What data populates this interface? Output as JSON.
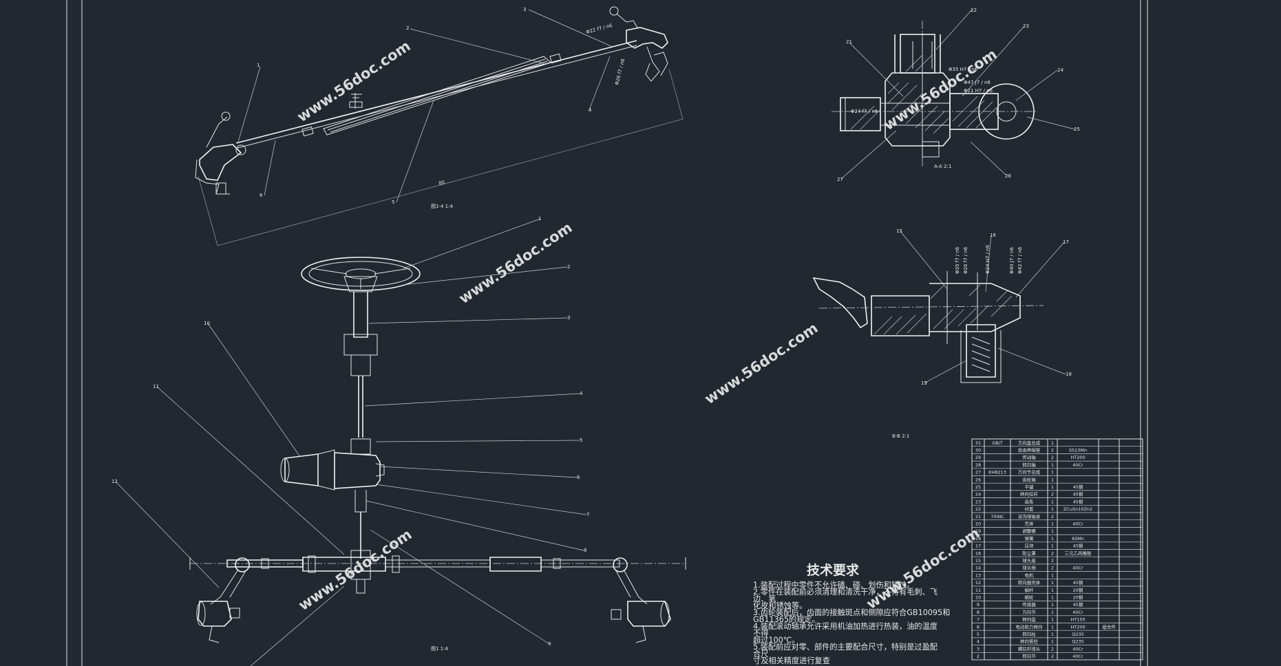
{
  "watermark": "www.56doc.com",
  "technical_requirements": {
    "title": "技术要求",
    "notes": [
      "1.装配过程中零件不允许磕、碰、划伤和锈蚀。",
      "2.零件在装配前必须清理和清洗干净，不得有毛刺、飞",
      "边、氧",
      "化皮和锈蚀等。",
      "3.齿轮装配后，齿面的接触斑点和侧隙应符合GB10095和",
      "GB11365的规定。",
      "4.装配滚动轴承允许采用机油加热进行热装，油的温度",
      "不得",
      "超过100℃。",
      "5.装配前应对零、部件的主要配合尺寸，特别是过盈配",
      "合尺",
      "寸及相关精度进行复查"
    ]
  },
  "bom": {
    "rows": [
      {
        "no": "31",
        "code": "GB/T",
        "name": "方向盘总成",
        "qty": "1",
        "material": "",
        "note": ""
      },
      {
        "no": "30",
        "code": "",
        "name": "自由伸缩管",
        "qty": "2",
        "material": "SS13Mn",
        "note": ""
      },
      {
        "no": "29",
        "code": "",
        "name": "传动轴",
        "qty": "2",
        "material": "HT200",
        "note": ""
      },
      {
        "no": "28",
        "code": "",
        "name": "转向轴",
        "qty": "1",
        "material": "40Cr",
        "note": ""
      },
      {
        "no": "27",
        "code": "KH8213",
        "name": "万向节总成",
        "qty": "1",
        "material": "",
        "note": ""
      },
      {
        "no": "26",
        "code": "",
        "name": "齿轮轴",
        "qty": "1",
        "material": "",
        "note": ""
      },
      {
        "no": "25",
        "code": "",
        "name": "平键",
        "qty": "1",
        "material": "45钢",
        "note": ""
      },
      {
        "no": "24",
        "code": "",
        "name": "转向拉杆",
        "qty": "2",
        "material": "45钢",
        "note": ""
      },
      {
        "no": "23",
        "code": "",
        "name": "齿条",
        "qty": "1",
        "material": "45钢",
        "note": ""
      },
      {
        "no": "22",
        "code": "",
        "name": "衬套",
        "qty": "1",
        "material": "ZCuSn10Zn2",
        "note": ""
      },
      {
        "no": "21",
        "code": "70INC",
        "name": "深沟球轴承",
        "qty": "2",
        "material": "",
        "note": ""
      },
      {
        "no": "20",
        "code": "",
        "name": "壳体",
        "qty": "1",
        "material": "40Cr",
        "note": ""
      },
      {
        "no": "19",
        "code": "",
        "name": "调整螺",
        "qty": "1",
        "material": "",
        "note": ""
      },
      {
        "no": "18",
        "code": "",
        "name": "弹簧",
        "qty": "1",
        "material": "65Mn",
        "note": ""
      },
      {
        "no": "17",
        "code": "",
        "name": "压块",
        "qty": "1",
        "material": "45钢",
        "note": ""
      },
      {
        "no": "16",
        "code": "",
        "name": "防尘罩",
        "qty": "2",
        "material": "三元乙丙橡胶",
        "note": ""
      },
      {
        "no": "15",
        "code": "",
        "name": "球头座",
        "qty": "2",
        "material": "",
        "note": ""
      },
      {
        "no": "14",
        "code": "",
        "name": "球头销",
        "qty": "2",
        "material": "40Cr",
        "note": ""
      },
      {
        "no": "13",
        "code": "",
        "name": "电机",
        "qty": "1",
        "material": "",
        "note": ""
      },
      {
        "no": "12",
        "code": "",
        "name": "转向器壳体",
        "qty": "1",
        "material": "45钢",
        "note": ""
      },
      {
        "no": "11",
        "code": "",
        "name": "蜗杆",
        "qty": "1",
        "material": "20钢",
        "note": ""
      },
      {
        "no": "10",
        "code": "",
        "name": "蜗轮",
        "qty": "1",
        "material": "20钢",
        "note": ""
      },
      {
        "no": "9",
        "code": "",
        "name": "传感器",
        "qty": "1",
        "material": "45钢",
        "note": ""
      },
      {
        "no": "8",
        "code": "",
        "name": "万向节",
        "qty": "1",
        "material": "40Cr",
        "note": ""
      },
      {
        "no": "7",
        "code": "",
        "name": "转向盘",
        "qty": "1",
        "material": "HT150",
        "note": ""
      },
      {
        "no": "6",
        "code": "",
        "name": "电动助力转向",
        "qty": "1",
        "material": "HT200",
        "note": "组合件"
      },
      {
        "no": "5",
        "code": "",
        "name": "转向柱",
        "qty": "1",
        "material": "Q235",
        "note": ""
      },
      {
        "no": "4",
        "code": "",
        "name": "转向管柱",
        "qty": "1",
        "material": "Q235",
        "note": ""
      },
      {
        "no": "3",
        "code": "",
        "name": "横拉杆球头",
        "qty": "2",
        "material": "40Cr",
        "note": ""
      },
      {
        "no": "2",
        "code": "",
        "name": "转向节",
        "qty": "2",
        "material": "40Cr",
        "note": ""
      }
    ]
  },
  "view_labels": {
    "top_view": "图1-4 1:4",
    "section_a": "A-A 2:1",
    "section_b": "B-B 2:1",
    "main_view": "图1 1:4",
    "top_dim": "80"
  },
  "dims": {
    "d1": "Φ22 f7 / n6",
    "d2": "Φ26 f7 / n6",
    "d3": "Φ35 H7 / n6",
    "d4": "Φ47 J7 / n6",
    "d5": "Φ21 H7 / n6",
    "d6": "Φ24 f7 / n6",
    "d7": "Φ35 f7 / n6",
    "d8": "Φ26 f7 / n6",
    "d9": "Φ24 H7 / n6",
    "d10": "Φ40 J7 / n6",
    "d11": "Φ42 f7 / n6"
  },
  "balloons": {
    "top": [
      "1",
      "2",
      "3",
      "4",
      "5",
      "6"
    ],
    "section_a": [
      "21",
      "22",
      "23",
      "24",
      "25",
      "26",
      "27"
    ],
    "section_b": [
      "15",
      "16",
      "17",
      "18",
      "19"
    ],
    "main": [
      "1",
      "2",
      "3",
      "4",
      "5",
      "6",
      "7",
      "8",
      "9",
      "10",
      "11",
      "12"
    ]
  }
}
